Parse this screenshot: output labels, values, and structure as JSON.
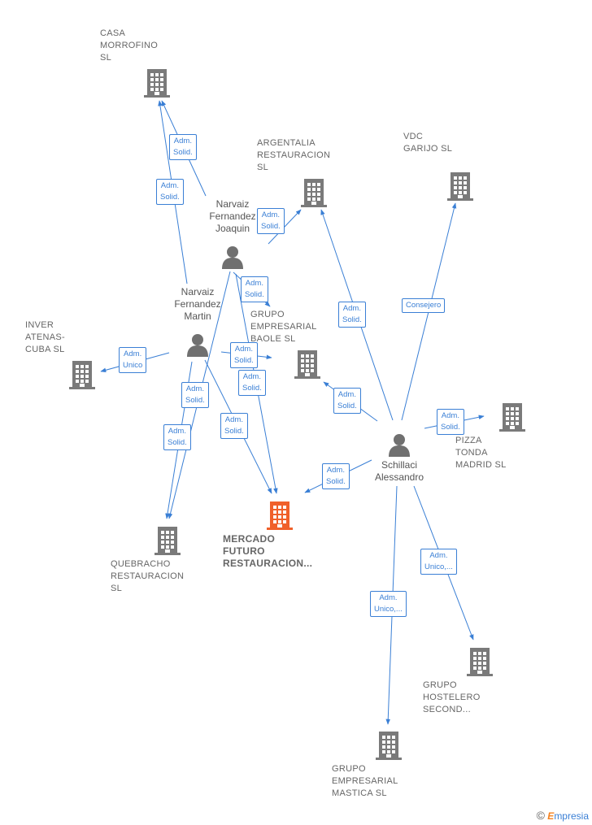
{
  "colors": {
    "edge": "#3a7fd5",
    "building": "#7a7a7a",
    "highlight": "#f0602a",
    "person": "#707070"
  },
  "companies": [
    {
      "id": "casa",
      "label": "CASA\nMORROFINO\nSL",
      "icon": "building-icon"
    },
    {
      "id": "argentalia",
      "label": "ARGENTALIA\nRESTAURACION\nSL",
      "icon": "building-icon"
    },
    {
      "id": "vdc",
      "label": "VDC\nGARIJO  SL",
      "icon": "building-icon"
    },
    {
      "id": "inver",
      "label": "INVER\nATENAS-\nCUBA SL",
      "icon": "building-icon"
    },
    {
      "id": "baole",
      "label": "GRUPO\nEMPRESARIAL\nBAOLE  SL",
      "icon": "building-icon"
    },
    {
      "id": "pizza",
      "label": "PIZZA\nTONDA\nMADRID  SL",
      "icon": "building-icon"
    },
    {
      "id": "mercado",
      "label": "MERCADO\nFUTURO\nRESTAURACION...",
      "icon": "building-icon",
      "highlight": true
    },
    {
      "id": "quebracho",
      "label": "QUEBRACHO\nRESTAURACION\nSL",
      "icon": "building-icon"
    },
    {
      "id": "hostelero",
      "label": "GRUPO\nHOSTELERO\nSECOND...",
      "icon": "building-icon"
    },
    {
      "id": "mastica",
      "label": "GRUPO\nEMPRESARIAL\nMASTICA  SL",
      "icon": "building-icon"
    }
  ],
  "people": [
    {
      "id": "joaquin",
      "label": "Narvaiz\nFernandez\nJoaquin",
      "icon": "person-icon"
    },
    {
      "id": "martin",
      "label": "Narvaiz\nFernandez\nMartin",
      "icon": "person-icon"
    },
    {
      "id": "schillaci",
      "label": "Schillaci\nAlessandro",
      "icon": "person-icon"
    }
  ],
  "edges": [
    {
      "id": "e1",
      "from": "joaquin",
      "to": "casa",
      "label": "Adm.\nSolid."
    },
    {
      "id": "e2",
      "from": "martin",
      "to": "casa",
      "label": "Adm.\nSolid."
    },
    {
      "id": "e3",
      "from": "joaquin",
      "to": "argentalia",
      "label": "Adm.\nSolid."
    },
    {
      "id": "e4",
      "from": "joaquin",
      "to": "quebracho",
      "label": "Adm.\nSolid."
    },
    {
      "id": "e5",
      "from": "joaquin",
      "to": "baole",
      "label": "Adm.\nSolid."
    },
    {
      "id": "e6",
      "from": "joaquin",
      "to": "mercado",
      "label": "Adm.\nSolid."
    },
    {
      "id": "e7",
      "from": "martin",
      "to": "inver",
      "label": "Adm.\nUnico"
    },
    {
      "id": "e8",
      "from": "martin",
      "to": "baole",
      "label": "Adm.\nSolid."
    },
    {
      "id": "e9",
      "from": "martin",
      "to": "quebracho",
      "label": "Adm.\nSolid."
    },
    {
      "id": "e10",
      "from": "martin",
      "to": "mercado",
      "label": "Adm.\nSolid."
    },
    {
      "id": "e11",
      "from": "schillaci",
      "to": "argentalia",
      "label": "Adm.\nSolid."
    },
    {
      "id": "e12",
      "from": "schillaci",
      "to": "vdc",
      "label": "Consejero"
    },
    {
      "id": "e13",
      "from": "schillaci",
      "to": "baole",
      "label": "Adm.\nSolid."
    },
    {
      "id": "e14",
      "from": "schillaci",
      "to": "pizza",
      "label": "Adm.\nSolid."
    },
    {
      "id": "e15",
      "from": "schillaci",
      "to": "mercado",
      "label": "Adm.\nSolid."
    },
    {
      "id": "e16",
      "from": "schillaci",
      "to": "hostelero",
      "label": "Adm.\nUnico,..."
    },
    {
      "id": "e17",
      "from": "schillaci",
      "to": "mastica",
      "label": "Adm.\nUnico,..."
    }
  ],
  "credit": {
    "symbol": "©",
    "brand_initial": "E",
    "brand_rest": "mpresia"
  }
}
